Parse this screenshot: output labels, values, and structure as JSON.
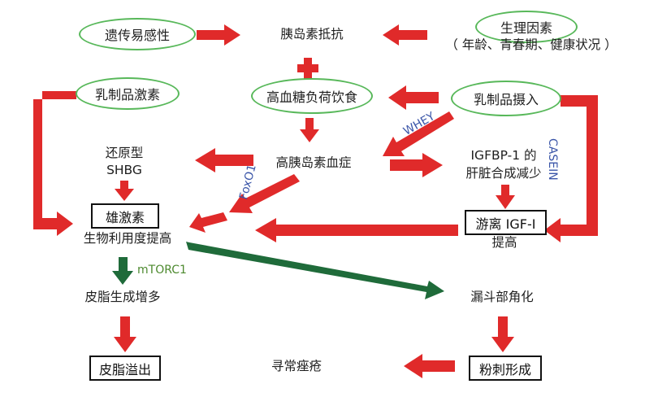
{
  "colors": {
    "red_arrow": "#e02a2a",
    "green_arrow": "#1f6b3a",
    "oval_border": "#58b85a",
    "blue_label": "#3a55a8",
    "green_label": "#4d8a2f"
  },
  "nodes": {
    "genetic": "遗传易感性",
    "insulin_resistance": "胰岛素抵抗",
    "physio_factors": "生理因素",
    "physio_detail": "（ 年龄、青春期、健康状况 ）",
    "dairy_hormones": "乳制品激素",
    "high_gl_diet": "高血糖负荷饮食",
    "dairy_intake": "乳制品摄入",
    "reduced_shbg_1": "还原型",
    "reduced_shbg_2": "SHBG",
    "hyperinsulinemia": "高胰岛素血症",
    "igfbp_1": "IGFBP-1 的",
    "igfbp_2": "肝脏合成减少",
    "androgen": "雄激素",
    "bioavailability": "生物利用度提高",
    "free_igf": "游离 IGF-I",
    "increase": "提高",
    "sebum_up": "皮脂生成增多",
    "infundibular": "漏斗部角化",
    "seborrhea": "皮脂溢出",
    "acne_vulgaris": "寻常痤疮",
    "comedone": "粉刺形成"
  },
  "edge_labels": {
    "whey": "WHEY",
    "casein": "CASEIN",
    "foxo1": "FoxO1",
    "mtorc1": "mTORC1"
  }
}
